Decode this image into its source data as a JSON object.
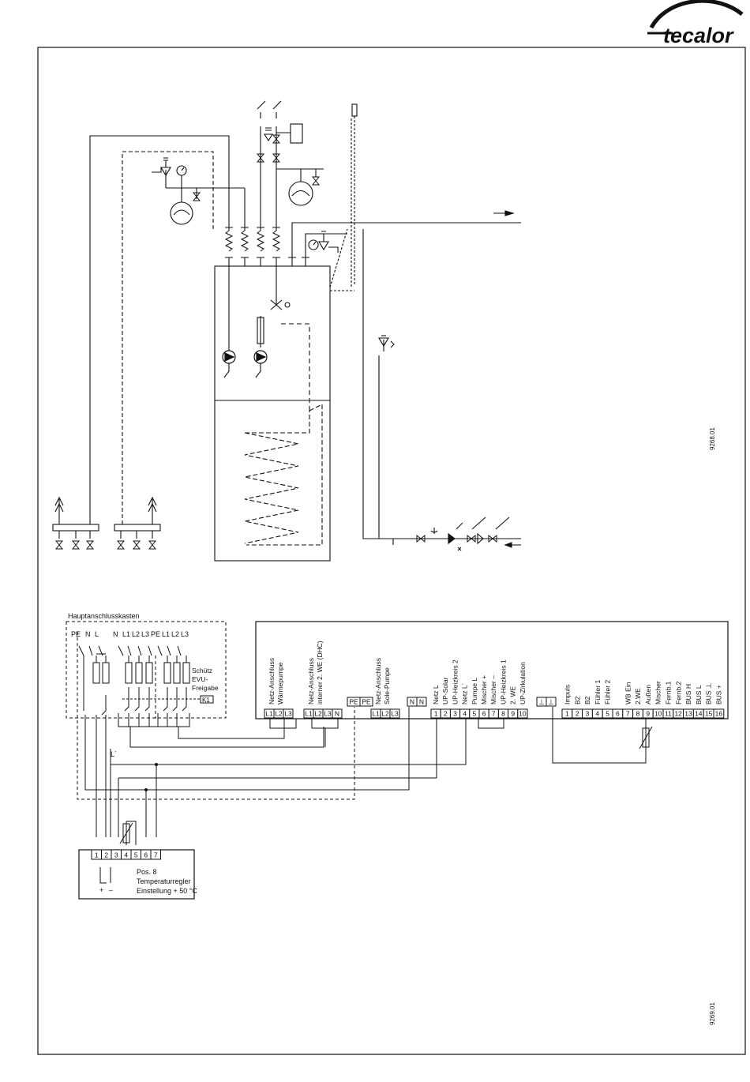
{
  "brand": {
    "logo_text": "tecalor"
  },
  "hydraulic": {
    "drawing_no": "9268.01"
  },
  "electrical": {
    "drawing_no": "9269.01",
    "main_box_title": "Hauptanschlusskasten",
    "main_box_labels": [
      "PE",
      "N",
      "L",
      "N",
      "L1",
      "L2",
      "L3",
      "PE",
      "L1",
      "L2",
      "L3"
    ],
    "contactor": {
      "lines": [
        "Schütz",
        "EVU-",
        "Freigabe"
      ],
      "tag": "K1"
    },
    "l_prime": "L´",
    "controller_groups": [
      {
        "label_lines": [
          "Netz-Anschluss",
          "Wärmepumpe"
        ],
        "terminals": [
          "L1",
          "L2",
          "L3"
        ]
      },
      {
        "label_lines": [
          "Netz-Anschluss",
          "interner 2. WE (DHC)"
        ],
        "terminals": [
          "L1",
          "L2",
          "L3",
          "N"
        ]
      },
      {
        "label_lines": [],
        "terminals": [
          "PE",
          "PE"
        ]
      },
      {
        "label_lines": [
          "Netz-Anschluss",
          "Sole-Pumpe"
        ],
        "terminals": [
          "L1",
          "L2",
          "L3"
        ]
      },
      {
        "label_lines": [],
        "terminals": [
          "N",
          "N"
        ]
      }
    ],
    "terminal_block_a": {
      "labels": [
        "Netz L",
        "UP-Solar",
        "UP-Heizkreis 2",
        "Netz L´",
        "Pumpe L",
        "Mischer +",
        "Mischer –",
        "UP-Heizkreis 1",
        "2. WE",
        "UP-Zirkulation"
      ],
      "numbers": [
        "1",
        "2",
        "3",
        "4",
        "5",
        "6",
        "7",
        "8",
        "9",
        "10"
      ]
    },
    "ground_symbols": [
      "⊥",
      "⊥"
    ],
    "terminal_block_b": {
      "labels": [
        "Impuls",
        "B2",
        "B2",
        "Fühler 1",
        "Fühler 2",
        "",
        "WB Ein",
        "2.WE",
        "Außen",
        "Mischer",
        "Fernb.1",
        "Fernb.2",
        "BUS H",
        "BUS L",
        "BUS ⊥",
        "BUS +"
      ],
      "numbers": [
        "1",
        "2",
        "3",
        "4",
        "5",
        "6",
        "7",
        "8",
        "9",
        "10",
        "11",
        "12",
        "13",
        "14",
        "15",
        "16"
      ]
    },
    "temp_controller": {
      "terminals": [
        "1",
        "2",
        "3",
        "4",
        "5",
        "6",
        "7"
      ],
      "lines": [
        "Pos. 8",
        "Temperaturregler",
        "Einstellung + 50 °C"
      ],
      "polarity": [
        "+",
        "–"
      ]
    }
  }
}
